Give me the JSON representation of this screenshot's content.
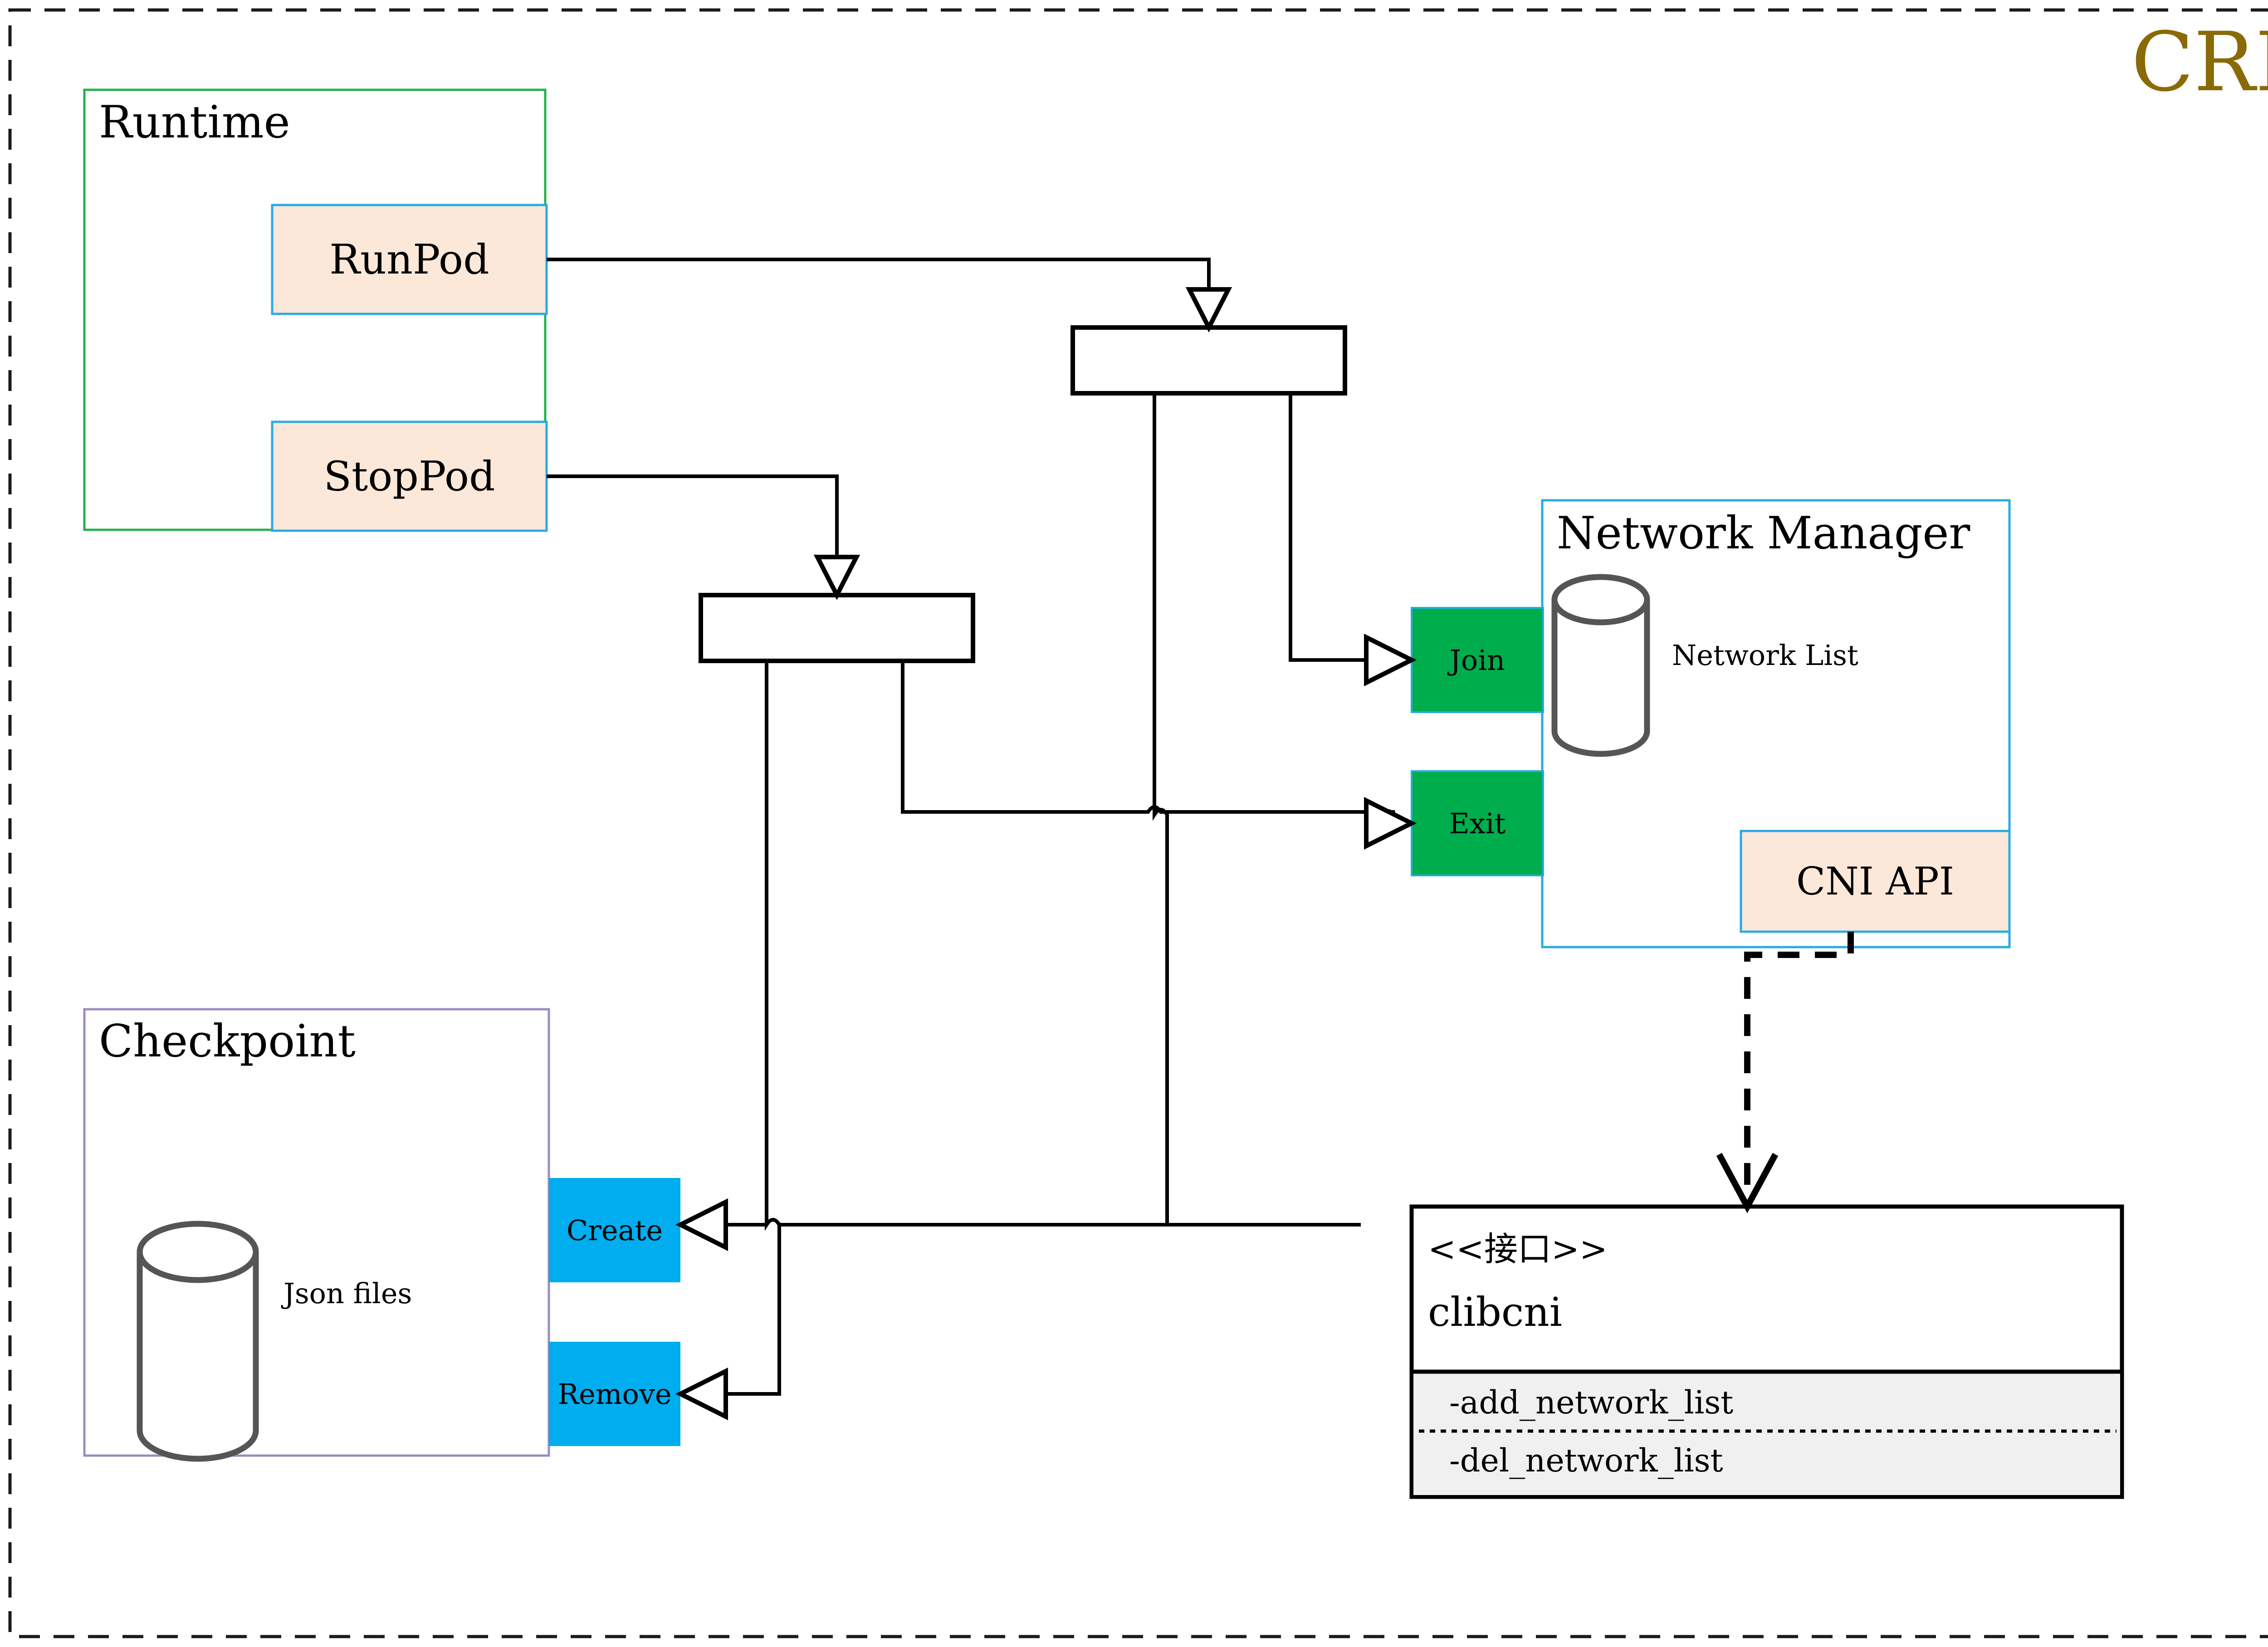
{
  "diagram": {
    "title": "CRI",
    "title_color": "#8a6a07",
    "outer_border": "dashed",
    "background": "#ffffff"
  },
  "colors": {
    "runtime_border": "#22b14c",
    "checkpoint_border": "#9b8bbf",
    "network_manager_border": "#29abe2",
    "method_box_border": "#29abe2",
    "method_box_fill": "#fce8d9",
    "green_action": "#00ad4d",
    "cyan_action": "#00adef",
    "cylinder_stroke": "#555555",
    "interface_section_fill": "#f0f0f0",
    "line": "#000000"
  },
  "packages": [
    {
      "name": "runtime",
      "label": "Runtime"
    },
    {
      "name": "checkpoint",
      "label": "Checkpoint"
    },
    {
      "name": "network-manager",
      "label": "Network Manager"
    }
  ],
  "runtime": {
    "label": "Runtime",
    "methods": [
      {
        "name": "runpod",
        "label": "RunPod"
      },
      {
        "name": "stoppod",
        "label": "StopPod"
      }
    ]
  },
  "checkpoint": {
    "label": "Checkpoint",
    "store_label": "Json files",
    "actions": [
      {
        "name": "create",
        "label": "Create"
      },
      {
        "name": "remove",
        "label": "Remove"
      }
    ]
  },
  "network_manager": {
    "label": "Network Manager",
    "store_label": "Network List",
    "api_label": "CNI API",
    "actions": [
      {
        "name": "join",
        "label": "Join"
      },
      {
        "name": "exit",
        "label": "Exit"
      }
    ]
  },
  "interface": {
    "stereotype": "<<接口>>",
    "name": "clibcni",
    "operations": [
      {
        "name": "add-network-list",
        "label": "-add_network_list"
      },
      {
        "name": "del-network-list",
        "label": "-del_network_list"
      }
    ]
  },
  "connectors": [
    {
      "name": "fork-bar-runpod",
      "kind": "fork-bar"
    },
    {
      "name": "fork-bar-stoppod",
      "kind": "fork-bar"
    }
  ]
}
